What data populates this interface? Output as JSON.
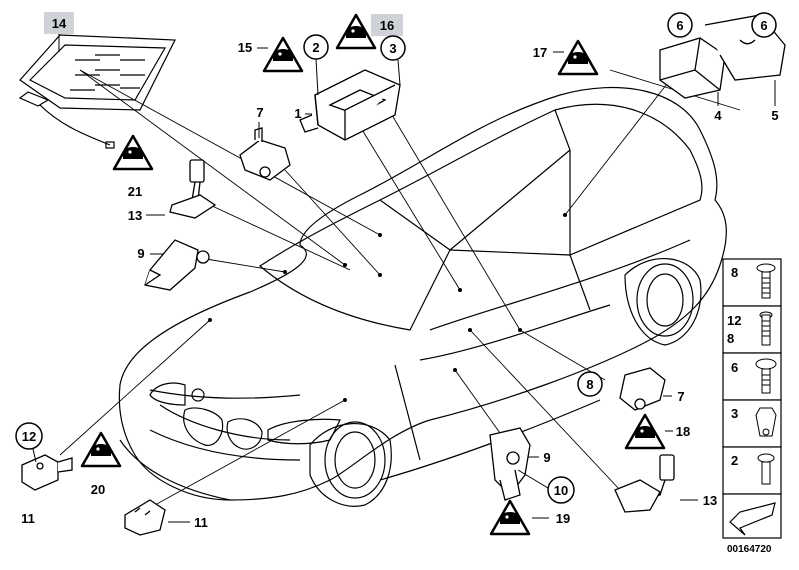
{
  "diagram": {
    "part_number": "00164720",
    "labels": {
      "l1": "1",
      "l2": "2",
      "l3": "3",
      "l4": "4",
      "l5": "5",
      "l6a": "6",
      "l6b": "6",
      "l7a": "7",
      "l7b": "7",
      "l8": "8",
      "l9a": "9",
      "l9b": "9",
      "l10": "10",
      "l11a": "11",
      "l11b": "11",
      "l12": "12",
      "l13a": "13",
      "l13b": "13",
      "l14": "14",
      "l15": "15",
      "l16": "16",
      "l17": "17",
      "l18": "18",
      "l19": "19",
      "l20": "20",
      "l21": "21"
    },
    "legend": [
      {
        "label": "8"
      },
      {
        "label": "12\n8"
      },
      {
        "label": "6"
      },
      {
        "label": "3"
      },
      {
        "label": "2"
      }
    ],
    "warning_icon": "airbag-warning-triangle-icon"
  }
}
